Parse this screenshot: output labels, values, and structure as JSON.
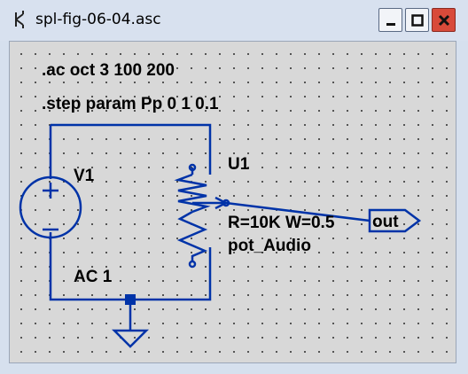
{
  "window": {
    "title": "spl-fig-06-04.asc",
    "icon": "ltspice-schematic-icon",
    "buttons": {
      "minimize": "minimize-icon",
      "maximize": "maximize-icon",
      "close": "close-icon"
    },
    "colors": {
      "close": "#d84a3a",
      "wire": "#0033a8",
      "text": "#000000"
    }
  },
  "schematic": {
    "directive_ac": ".ac oct 3 100 200",
    "directive_step": ".step param Pp 0 1 0.1",
    "source_name": "V1",
    "source_value": "AC 1",
    "pot_name": "U1",
    "pot_params": "R=10K W=0.5",
    "pot_model": "pot_Audio",
    "net_label": "out",
    "symbols": [
      "voltage-source-symbol",
      "potentiometer-symbol",
      "ground-symbol",
      "net-flag-symbol"
    ]
  }
}
